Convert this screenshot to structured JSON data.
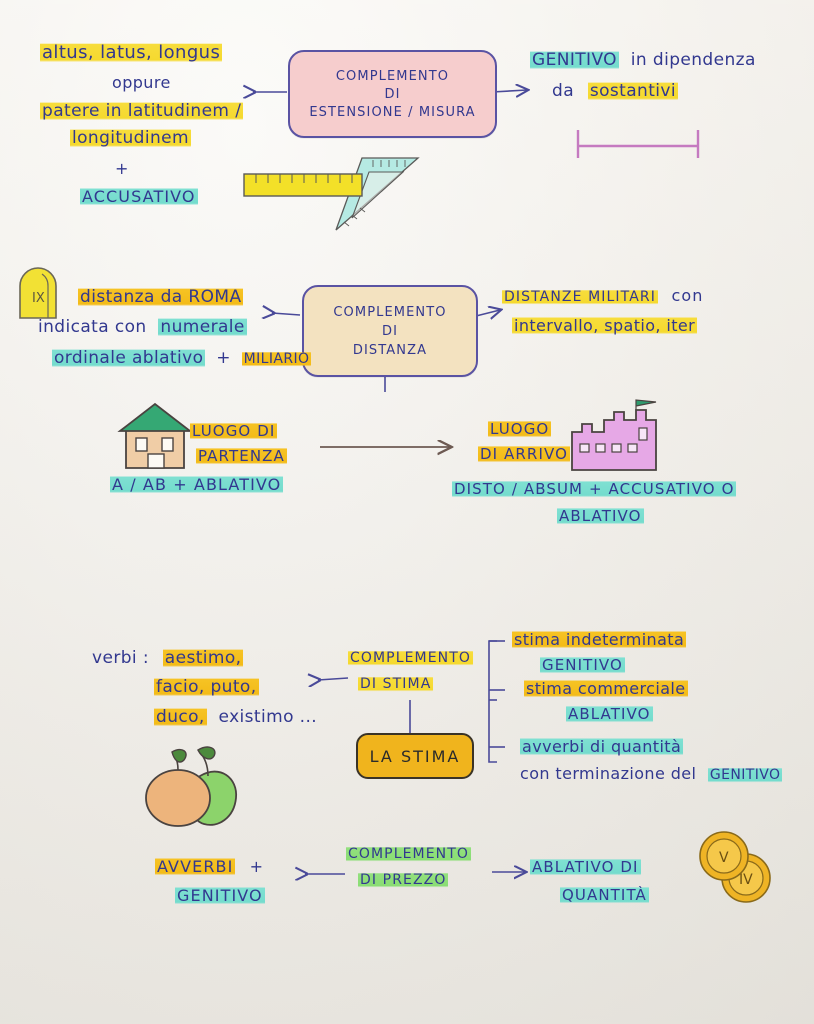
{
  "document": {
    "title": "Mappa concettuale - Complementi latini",
    "language": "it"
  },
  "sections": {
    "estensione": {
      "center_box": {
        "line1": "COMPLEMENTO",
        "line2": "DI",
        "line3": "ESTENSIONE / MISURA"
      },
      "left": {
        "line1": "altus, latus, longus",
        "line2": "oppure",
        "line3": "patere in latitudinem /",
        "line4": "longitudinem",
        "line5": "+",
        "line6": "ACCUSATIVO"
      },
      "right": {
        "line1": "GENITIVO",
        "line1_rest": "in dipendenza",
        "line2_pre": "da",
        "line2": "sostantivi"
      },
      "icons": {
        "ruler": "ruler-icon",
        "setsquare": "set-square-icon",
        "measure_bar": "measure-bar-icon"
      }
    },
    "distanza": {
      "center_box": {
        "line1": "COMPLEMENTO",
        "line2": "DI",
        "line3": "DISTANZA"
      },
      "left": {
        "milestone_label": "IX",
        "line1": "distanza da ROMA",
        "line2_pre": "indicata con",
        "line2": "numerale",
        "line3": "ordinale ablativo",
        "line3_plus": "+",
        "line3_end": "MILIARIO"
      },
      "right": {
        "line1": "DISTANZE MILITARI",
        "line1_rest": "con",
        "line2": "intervallo, spatio, iter"
      },
      "partenza": {
        "line1": "LUOGO DI",
        "line2": "PARTENZA",
        "rule": "A / AB + ABLATIVO"
      },
      "arrivo": {
        "line1": "LUOGO",
        "line2": "DI ARRIVO",
        "rule1": "DISTO / ABSUM + ACCUSATIVO o",
        "rule2": "ABLATIVO"
      },
      "icons": {
        "house": "house-icon",
        "castle": "castle-icon",
        "milestone": "milestone-icon",
        "arrow": "arrow-right-icon"
      }
    },
    "stima": {
      "center_box": {
        "line1": "COMPLEMENTO",
        "line2": "DI STIMA"
      },
      "highlight_box": "LA STIMA",
      "left": {
        "label": "verbi :",
        "line1": "aestimo,",
        "line2": "facio, puto,",
        "line3": "duco,",
        "line3_rest": "existimo ..."
      },
      "branches": [
        {
          "title": "stima indeterminata",
          "case": "GENITIVO"
        },
        {
          "title": "stima commerciale",
          "case": "ABLATIVO"
        },
        {
          "title": "avverbi di quantità",
          "note_pre": "con terminazione del",
          "case": "GENITIVO"
        }
      ],
      "icons": {
        "fruits": "fruits-icon"
      }
    },
    "prezzo": {
      "center_box": {
        "line1": "COMPLEMENTO",
        "line2": "DI PREZZO"
      },
      "left": {
        "line1": "AVVERBI",
        "plus": "+",
        "line2": "GENITIVO"
      },
      "right": {
        "line1": "ABLATIVO DI",
        "line2": "QUANTITÀ"
      },
      "icons": {
        "coins": "coins-icon",
        "coin_left_value": "V",
        "coin_right_value": "IV"
      }
    }
  },
  "colors": {
    "paper": "#f3f1ec",
    "ink": "#32388f",
    "highlight_yellow": "#f7dd3c",
    "highlight_gold": "#f3bb18",
    "highlight_cyan": "#7fe0d2",
    "highlight_green": "#8add74",
    "box_pink": "#f6cdcd",
    "box_cream": "#f3e2c0",
    "box_border": "#5a53a3",
    "stima_box": "#f0b41d"
  }
}
